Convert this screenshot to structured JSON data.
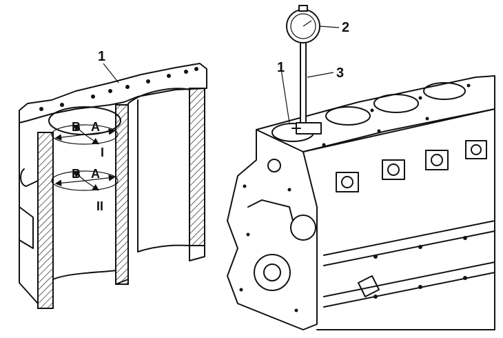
{
  "callouts": {
    "left_block": "1",
    "right_block": "1",
    "dial_gauge": "2",
    "gauge_rod": "3"
  },
  "measure_planes": {
    "upper": {
      "b": "B",
      "a": "A",
      "plane": "I"
    },
    "lower": {
      "b": "B",
      "a": "A",
      "plane": "II"
    }
  },
  "icons": [
    "cylinder-block-section",
    "cylinder-block-3d",
    "dial-bore-gauge"
  ],
  "colors": {
    "ink": "#111111",
    "paper": "#ffffff"
  }
}
